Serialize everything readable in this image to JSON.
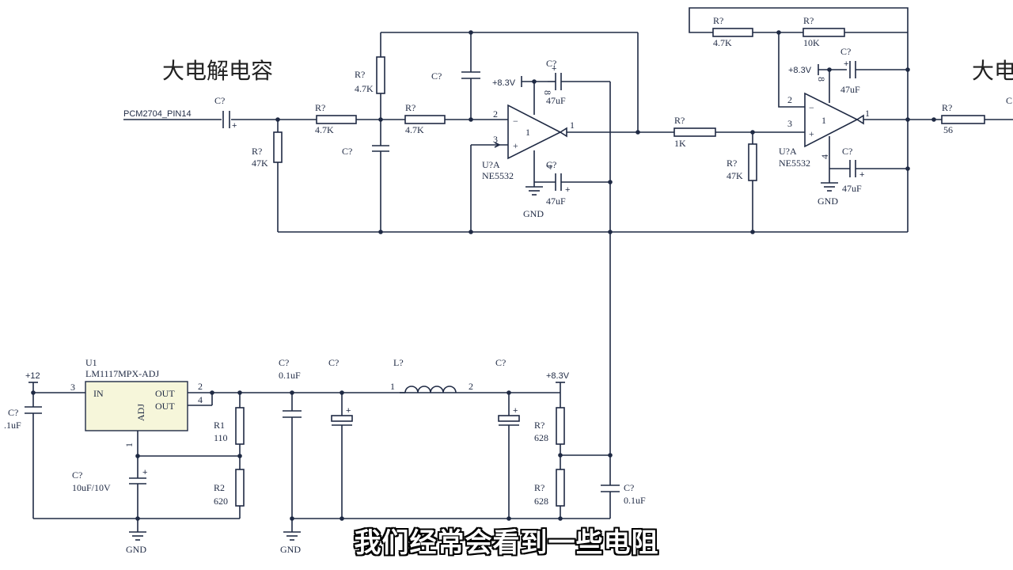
{
  "annotations": {
    "left_title": "大电解电容",
    "right_title": "大电"
  },
  "input": {
    "label": "PCM2704_PIN14"
  },
  "stage1": {
    "c_in": "C?",
    "r_shunt": "R?",
    "r_shunt_value": "47K",
    "r_series1": "R?",
    "r_series1_value": "4.7K",
    "r_vert": "R?",
    "r_vert_value": "4.7K",
    "c_vert": "C?",
    "r_series2": "R?",
    "r_series2_value": "4.7K",
    "c_top": "C?",
    "opamp_pin2": "2",
    "opamp_pin3": "3",
    "opamp_pin1": "1",
    "opamp_unit": "1",
    "opamp_pin8": "8",
    "opamp_pin4": "4",
    "opamp_ref": "U?A",
    "opamp_part": "NE5532",
    "supply": "+8.3V",
    "c_sup": "C?",
    "c_sup_value": "47uF",
    "c_gnd": "C?",
    "c_gnd_value": "47uF",
    "gnd": "GND"
  },
  "stage2": {
    "r_link": "R?",
    "r_link_value": "1K",
    "r_shunt": "R?",
    "r_shunt_value": "47K",
    "r_fb1": "R?",
    "r_fb1_value": "4.7K",
    "r_fb2": "R?",
    "r_fb2_value": "10K",
    "opamp_pin2": "2",
    "opamp_pin3": "3",
    "opamp_pin1": "1",
    "opamp_unit": "1",
    "opamp_pin8": "8",
    "opamp_pin4": "4",
    "opamp_ref": "U?A",
    "opamp_part": "NE5532",
    "supply": "+8.3V",
    "c_sup": "C?",
    "c_sup_value": "47uF",
    "c_gnd": "C?",
    "c_gnd_value": "47uF",
    "gnd": "GND",
    "r_out": "R?",
    "r_out_value": "56",
    "c_out": "C"
  },
  "regulator": {
    "v_in": "+12",
    "c_in": "C?",
    "c_in_value": ".1uF",
    "ref": "U1",
    "part": "LM1117MPX-ADJ",
    "pin_in": "IN",
    "pin_out1": "OUT",
    "pin_out2": "OUT",
    "pin_adj": "ADJ",
    "pin3": "3",
    "pin2": "2",
    "pin4": "4",
    "pin1": "1",
    "r1": "R1",
    "r1_value": "110",
    "r2": "R2",
    "r2_value": "620",
    "c_adj": "C?",
    "c_adj_value": "10uF/10V",
    "gnd1": "GND",
    "gnd2": "GND",
    "c1": "C?",
    "c1_value": "0.1uF",
    "c2": "C?",
    "inductor": "L?",
    "ind_pin1": "1",
    "ind_pin2": "2",
    "c3": "C?",
    "v_out": "+8.3V",
    "r3": "R?",
    "r3_value": "628",
    "r4": "R?",
    "r4_value": "628",
    "c4": "C?",
    "c4_value": "0.1uF"
  },
  "subtitle": "我们经常会看到一些电阻"
}
